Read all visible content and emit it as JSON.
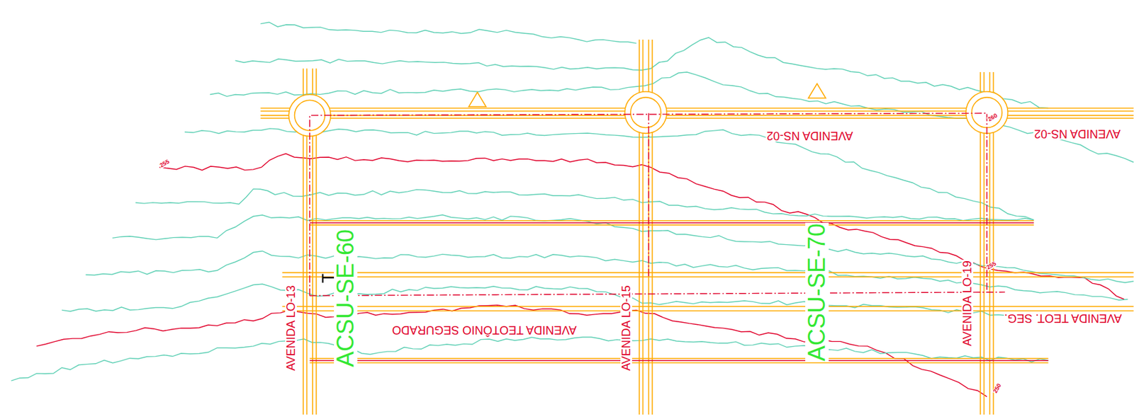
{
  "diagram": {
    "labels": [
      "ACSU-SE-60",
      "ACSU-SE-70",
      "AVENIDA LO-13",
      "AVENIDA LO-15",
      "AVENIDA LO-19",
      "AVENIDA TEOTÔNIO SEGURADO",
      "AVENIDA NS-02",
      "AVENIDA NS-02",
      "AVENIDA TEOT. SEG.",
      "255",
      "260",
      "255",
      "250"
    ]
  }
}
